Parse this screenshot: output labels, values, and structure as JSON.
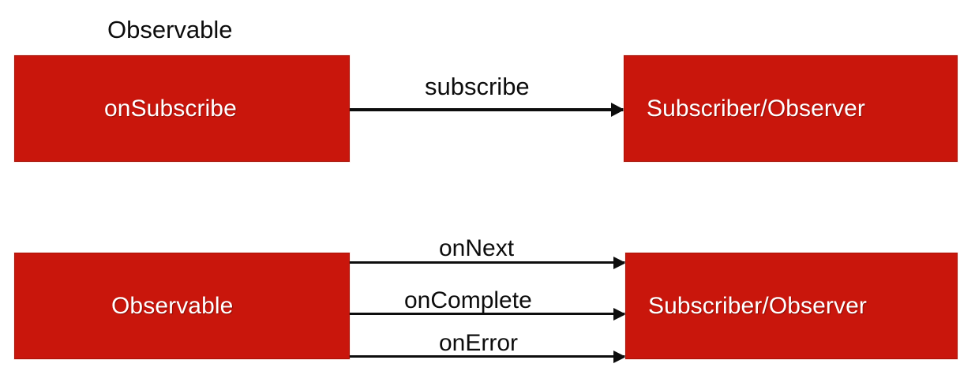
{
  "diagram": {
    "title_label": "Observable",
    "accent_color": "#C9160C",
    "text_color": "#FFFFFF",
    "line_color": "#0D0D0D",
    "background_color": "#FFFFFF",
    "rows": [
      {
        "id": "subscribe-row",
        "source_label": "onSubscribe",
        "target_label": "Subscriber/Observer",
        "header_label": "Observable",
        "edges": [
          {
            "label": "subscribe",
            "direction": "left-to-right"
          }
        ]
      },
      {
        "id": "emission-row",
        "source_label": "Observable",
        "target_label": "Subscriber/Observer",
        "edges": [
          {
            "label": "onNext",
            "direction": "left-to-right"
          },
          {
            "label": "onComplete",
            "direction": "left-to-right"
          },
          {
            "label": "onError",
            "direction": "left-to-right"
          }
        ]
      }
    ]
  }
}
